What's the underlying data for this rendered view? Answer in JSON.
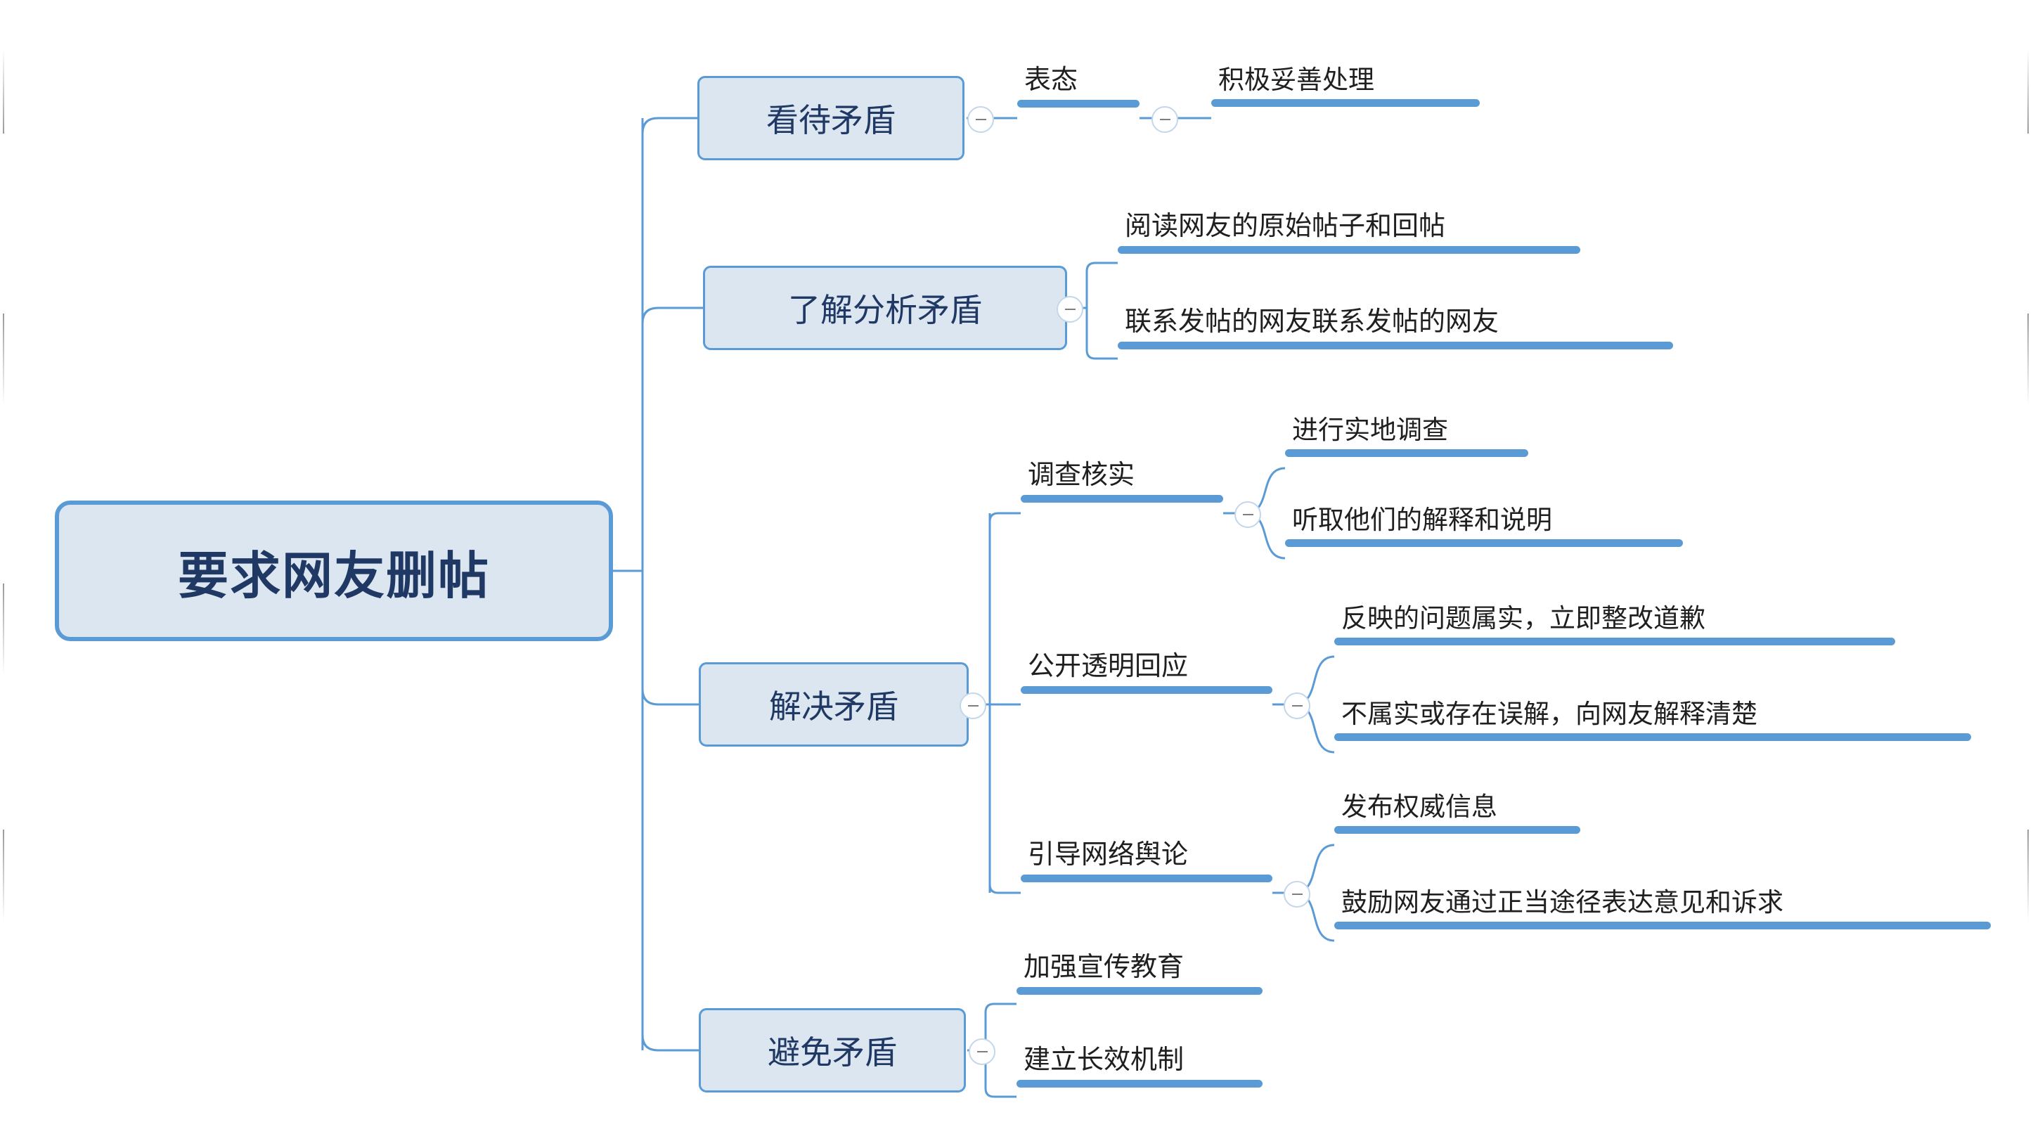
{
  "diagram": {
    "type": "mind-map",
    "title": "要求网友删帖",
    "orientation": "left-to-right",
    "colors": {
      "node_fill": "#dce6f1",
      "node_border": "#5b9bd5",
      "branch_line": "#5b9bd5",
      "root_text": "#1f3864",
      "leaf_text": "#1f1f1f"
    },
    "root": {
      "label": "要求网友删帖"
    },
    "branches": [
      {
        "label": "看待矛盾",
        "style": "boxed",
        "collapse_icon": "collapse-minus-icon",
        "children": [
          {
            "label": "表态",
            "style": "underline",
            "collapse_icon": "collapse-minus-icon",
            "children": [
              {
                "label": "积极妥善处理",
                "style": "underline"
              }
            ]
          }
        ]
      },
      {
        "label": "了解分析矛盾",
        "style": "boxed",
        "collapse_icon": "collapse-minus-icon",
        "children": [
          {
            "label": "阅读网友的原始帖子和回帖",
            "style": "underline"
          },
          {
            "label": "联系发帖的网友联系发帖的网友",
            "style": "underline"
          }
        ]
      },
      {
        "label": "解决矛盾",
        "style": "boxed",
        "collapse_icon": "collapse-minus-icon",
        "children": [
          {
            "label": "调查核实",
            "style": "underline",
            "collapse_icon": "collapse-minus-icon",
            "children": [
              {
                "label": "进行实地调查",
                "style": "underline"
              },
              {
                "label": "听取他们的解释和说明",
                "style": "underline"
              }
            ]
          },
          {
            "label": "公开透明回应",
            "style": "underline",
            "collapse_icon": "collapse-minus-icon",
            "children": [
              {
                "label": "反映的问题属实，立即整改道歉",
                "style": "underline"
              },
              {
                "label": "不属实或存在误解，向网友解释清楚",
                "style": "underline"
              }
            ]
          },
          {
            "label": "引导网络舆论",
            "style": "underline",
            "collapse_icon": "collapse-minus-icon",
            "children": [
              {
                "label": "发布权威信息",
                "style": "underline"
              },
              {
                "label": "鼓励网友通过正当途径表达意见和诉求",
                "style": "underline"
              }
            ]
          }
        ]
      },
      {
        "label": "避免矛盾",
        "style": "boxed",
        "collapse_icon": "collapse-minus-icon",
        "children": [
          {
            "label": "加强宣传教育",
            "style": "underline"
          },
          {
            "label": "建立长效机制",
            "style": "underline"
          }
        ]
      }
    ]
  }
}
